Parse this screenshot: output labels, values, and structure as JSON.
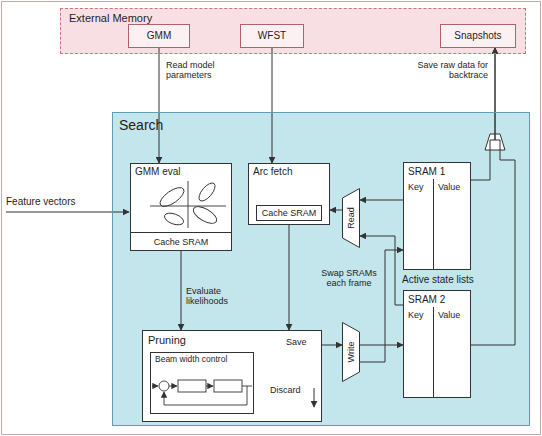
{
  "diagram": {
    "nodes": [
      {
        "text": [
          "External Memory"
        ]
      },
      {
        "text": [
          "GMM"
        ],
        "in": 0
      },
      {
        "text": [
          "WFST"
        ],
        "in": 0
      },
      {
        "text": [
          "Snapshots"
        ],
        "in": 0
      },
      {
        "text": [
          "Search"
        ]
      },
      {
        "text": [
          "GMM eval"
        ],
        "in": 4
      },
      {
        "text": [
          "Cache SRAM"
        ],
        "in": 5
      },
      {
        "text": [
          "Arc fetch"
        ],
        "in": 4
      },
      {
        "text": [
          "Cache SRAM"
        ],
        "in": 7
      },
      {
        "text": [
          "Read"
        ],
        "in": 4
      },
      {
        "text": [
          "SRAM 1",
          "Key",
          "Value"
        ],
        "in": 4
      },
      {
        "text": [
          "Write"
        ],
        "in": 4
      },
      {
        "text": [
          "SRAM 2",
          "Key",
          "Value"
        ],
        "in": 4
      },
      {
        "text": [
          "Pruning"
        ],
        "in": 4
      },
      {
        "text": [
          "Beam width control"
        ],
        "in": 13
      }
    ],
    "edges": [
      {
        "from": 1,
        "to": 5,
        "arrow": "to"
      },
      {
        "from": 2,
        "to": 7,
        "arrow": "to"
      },
      {
        "from": 5,
        "to": 13,
        "arrow": "to"
      },
      {
        "from": 7,
        "to": 13,
        "arrow": "to"
      },
      {
        "from": 9,
        "to": 7,
        "arrow": "to"
      },
      {
        "from": 10,
        "to": 9,
        "arrow": "to"
      },
      {
        "from": 12,
        "to": 9,
        "arrow": "to"
      },
      {
        "from": 13,
        "to": 11,
        "arrow": "to"
      },
      {
        "from": 11,
        "to": 10,
        "arrow": "to"
      },
      {
        "from": 11,
        "to": 12,
        "arrow": "to"
      },
      {
        "from": 10,
        "to": 3,
        "arrow": "to"
      },
      {
        "from": 12,
        "to": 3,
        "arrow": "to"
      }
    ],
    "labels": [
      "Read model parameters",
      "Save raw data for backtrace",
      "Feature vectors",
      "Evaluate likelihoods",
      "Swap SRAMs each frame",
      "Active state lists",
      "Save",
      "Discard"
    ]
  }
}
